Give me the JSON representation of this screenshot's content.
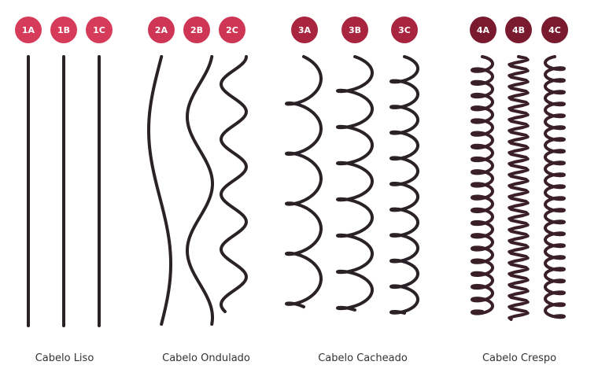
{
  "colors": {
    "background": "#ffffff",
    "strand": "#2a2226",
    "strand_crespo": "#3a1f27",
    "liso_badge": "#d63b5a",
    "ondulado_badge": "#cf3655",
    "cacheado_badge": "#a8243f",
    "crespo_badge": "#7a1a2e"
  },
  "categories": [
    {
      "label": "Cabelo Liso",
      "pattern": "straight",
      "types": [
        {
          "code": "1A"
        },
        {
          "code": "1B"
        },
        {
          "code": "1C"
        }
      ]
    },
    {
      "label": "Cabelo Ondulado",
      "pattern": "wave",
      "types": [
        {
          "code": "2A"
        },
        {
          "code": "2B"
        },
        {
          "code": "2C"
        }
      ]
    },
    {
      "label": "Cabelo Cacheado",
      "pattern": "curl",
      "types": [
        {
          "code": "3A"
        },
        {
          "code": "3B"
        },
        {
          "code": "3C"
        }
      ]
    },
    {
      "label": "Cabelo Crespo",
      "pattern": "coil",
      "types": [
        {
          "code": "4A"
        },
        {
          "code": "4B"
        },
        {
          "code": "4C"
        }
      ]
    }
  ]
}
